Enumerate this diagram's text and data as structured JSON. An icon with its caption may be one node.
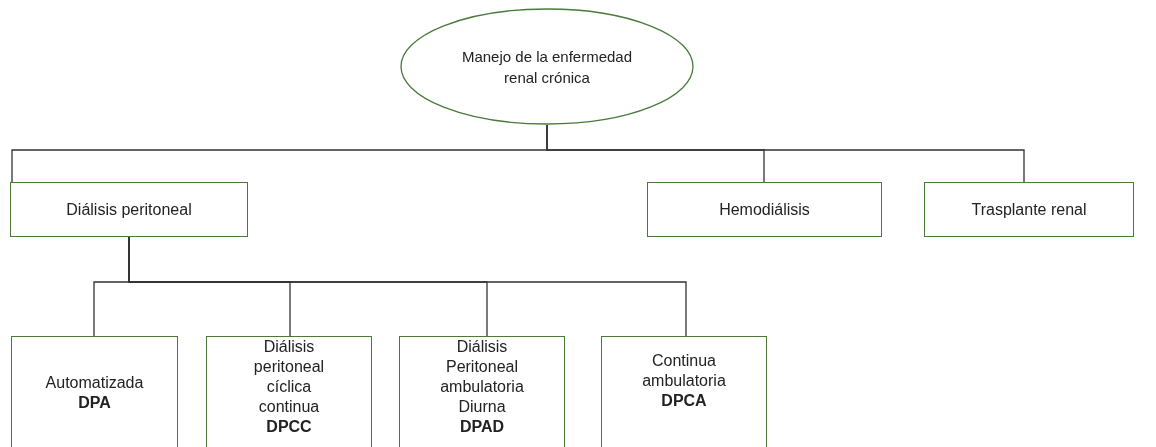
{
  "diagram": {
    "nodes": [
      {
        "text": [
          "Manejo de la enfermedad renal crónica"
        ]
      },
      {
        "text": [
          "Diálisis peritoneal"
        ]
      },
      {
        "text": [
          "Hemodiálisis"
        ]
      },
      {
        "text": [
          "Trasplante renal"
        ]
      },
      {
        "text": [
          "Automatizada",
          "DPA"
        ]
      },
      {
        "text": [
          "Diálisis peritoneal cíclica continua",
          "DPCC"
        ]
      },
      {
        "text": [
          "Diálisis Peritoneal ambulatoria Diurna",
          "DPAD"
        ]
      },
      {
        "text": [
          "Continua ambulatoria",
          "DPCA"
        ]
      }
    ],
    "edges": [
      {
        "from": 0,
        "to": 1,
        "arrow": "none"
      },
      {
        "from": 0,
        "to": 2,
        "arrow": "none"
      },
      {
        "from": 0,
        "to": 3,
        "arrow": "none"
      },
      {
        "from": 1,
        "to": 4,
        "arrow": "none"
      },
      {
        "from": 1,
        "to": 5,
        "arrow": "none"
      },
      {
        "from": 1,
        "to": 6,
        "arrow": "none"
      },
      {
        "from": 1,
        "to": 7,
        "arrow": "none"
      }
    ]
  }
}
